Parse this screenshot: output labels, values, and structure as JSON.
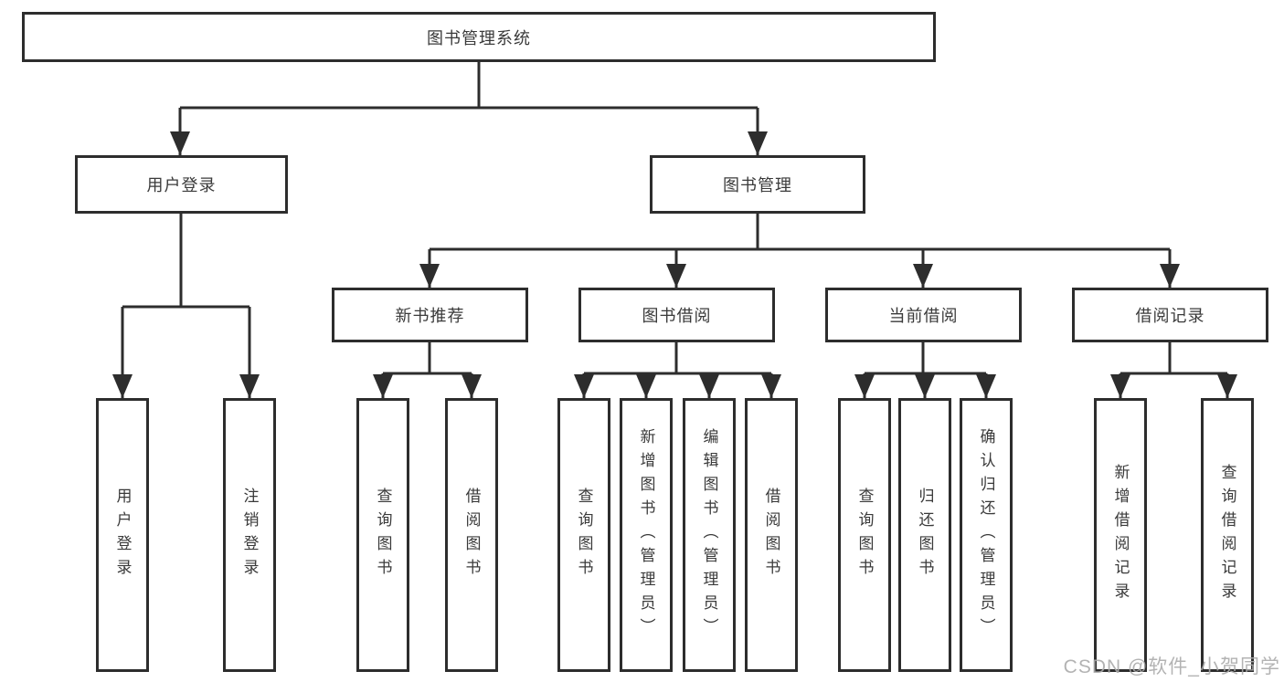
{
  "tree": {
    "label": "图书管理系统",
    "children": [
      {
        "label": "用户登录",
        "children": [
          {
            "label": "用户登录"
          },
          {
            "label": "注销登录"
          }
        ]
      },
      {
        "label": "图书管理",
        "children": [
          {
            "label": "新书推荐",
            "children": [
              {
                "label": "查询图书"
              },
              {
                "label": "借阅图书"
              }
            ]
          },
          {
            "label": "图书借阅",
            "children": [
              {
                "label": "查询图书"
              },
              {
                "label": "新增图书（管理员）"
              },
              {
                "label": "编辑图书（管理员）"
              },
              {
                "label": "借阅图书"
              }
            ]
          },
          {
            "label": "当前借阅",
            "children": [
              {
                "label": "查询图书"
              },
              {
                "label": "归还图书"
              },
              {
                "label": "确认归还（管理员）"
              }
            ]
          },
          {
            "label": "借阅记录",
            "children": [
              {
                "label": "新增借阅记录"
              },
              {
                "label": "查询借阅记录"
              }
            ]
          }
        ]
      }
    ]
  },
  "watermark": "CSDN @软件_小贺同学",
  "colors": {
    "background": "#ffffff",
    "line": "#2d2d2d",
    "box_border": "#2d2d2d",
    "text": "#3a3a3a",
    "watermark": "#ababab"
  }
}
